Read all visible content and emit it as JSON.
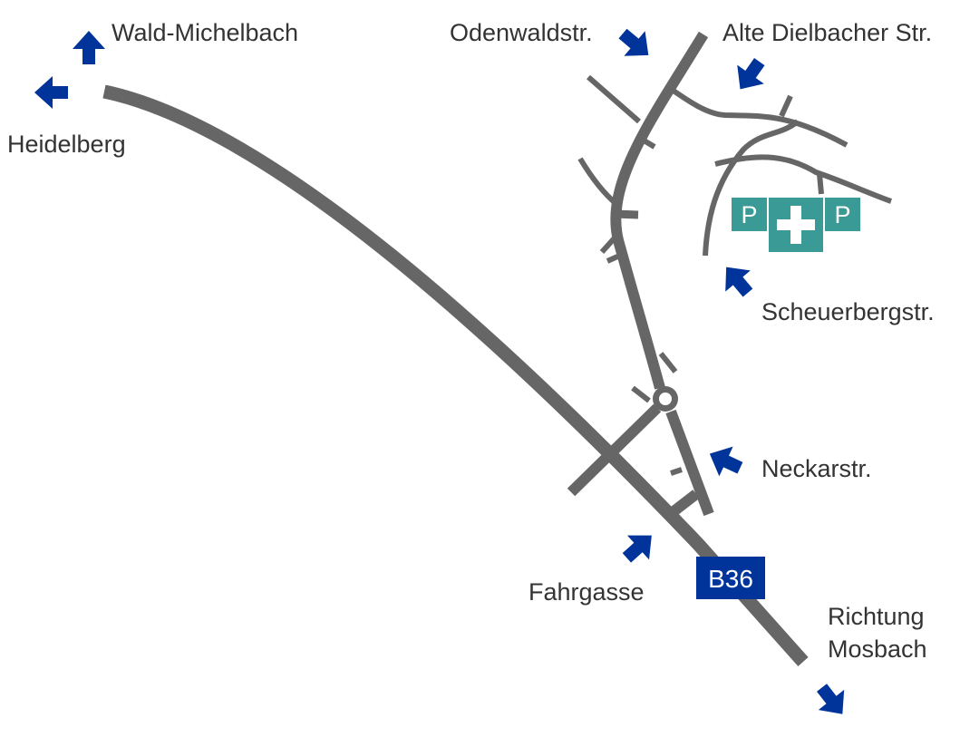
{
  "colors": {
    "road": "#666666",
    "arrow": "#00349a",
    "label": "#333333",
    "badge": "#00349a",
    "badge_text": "#ffffff",
    "parking": "#3a9a96",
    "background": "#ffffff"
  },
  "labels": {
    "wald_michelbach": "Wald-Michelbach",
    "heidelberg": "Heidelberg",
    "odenwaldstr": "Odenwaldstr.",
    "alte_dielbacher": "Alte Dielbacher Str.",
    "scheuerbergstr": "Scheuerbergstr.",
    "neckarstr": "Neckarstr.",
    "fahrgasse": "Fahrgasse",
    "richtung": "Richtung",
    "mosbach": "Mosbach"
  },
  "road_badge": {
    "label": "B36"
  },
  "facility": {
    "parking_left": "P",
    "parking_right": "P",
    "hospital_icon": "hospital-cross-icon",
    "parking_icon": "parking-icon"
  },
  "icons": {
    "direction_arrow": "arrow-icon"
  }
}
